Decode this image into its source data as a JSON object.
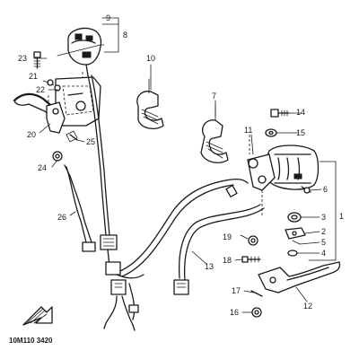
{
  "callouts": [
    {
      "id": "c1",
      "label": "1"
    },
    {
      "id": "c2",
      "label": "2"
    },
    {
      "id": "c3",
      "label": "3"
    },
    {
      "id": "c4",
      "label": "4"
    },
    {
      "id": "c5",
      "label": "5"
    },
    {
      "id": "c6",
      "label": "6"
    },
    {
      "id": "c7",
      "label": "7"
    },
    {
      "id": "c8",
      "label": "8"
    },
    {
      "id": "c9",
      "label": "9"
    },
    {
      "id": "c10",
      "label": "10"
    },
    {
      "id": "c11",
      "label": "11"
    },
    {
      "id": "c12",
      "label": "12"
    },
    {
      "id": "c13",
      "label": "13"
    },
    {
      "id": "c14",
      "label": "14"
    },
    {
      "id": "c15",
      "label": "15"
    },
    {
      "id": "c16",
      "label": "16"
    },
    {
      "id": "c17",
      "label": "17"
    },
    {
      "id": "c18",
      "label": "18"
    },
    {
      "id": "c19",
      "label": "19"
    },
    {
      "id": "c20",
      "label": "20"
    },
    {
      "id": "c21",
      "label": "21"
    },
    {
      "id": "c22",
      "label": "22"
    },
    {
      "id": "c23",
      "label": "23"
    },
    {
      "id": "c24",
      "label": "24"
    },
    {
      "id": "c25",
      "label": "25"
    },
    {
      "id": "c26",
      "label": "26"
    }
  ],
  "drawing_code": "10M110 3420"
}
